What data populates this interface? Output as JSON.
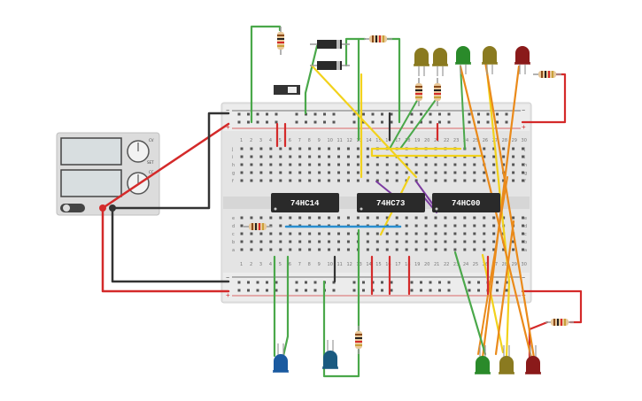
{
  "chips": [
    {
      "id": "u1",
      "label": "74HC14"
    },
    {
      "id": "u2",
      "label": "74HC73"
    },
    {
      "id": "u3",
      "label": "74HC00"
    }
  ],
  "breadboard": {
    "row_letters_top": [
      "j",
      "i",
      "h",
      "g",
      "f"
    ],
    "row_letters_bottom": [
      "e",
      "d",
      "c",
      "b",
      "a"
    ],
    "column_numbers": [
      "1",
      "2",
      "3",
      "4",
      "5",
      "6",
      "7",
      "8",
      "9",
      "10",
      "11",
      "12",
      "13",
      "14",
      "15",
      "16",
      "17",
      "18",
      "19",
      "20",
      "21",
      "22",
      "23",
      "24",
      "25",
      "26",
      "27",
      "28",
      "29",
      "30"
    ],
    "rail_plus": "+",
    "rail_minus": "−"
  },
  "power_supply": {
    "switch_label": "OFF",
    "knob1_label_top": "CV",
    "knob1_label_bottom": "SET",
    "knob2_label": "CC"
  },
  "colors": {
    "wire_red": "#d42a2a",
    "wire_black": "#333333",
    "wire_green": "#4aa84a",
    "wire_yellow": "#f2d21c",
    "wire_orange": "#ea8a1a",
    "wire_blue": "#2a8fd0",
    "wire_purple": "#7b3aa0",
    "chip": "#2a2a2a"
  }
}
